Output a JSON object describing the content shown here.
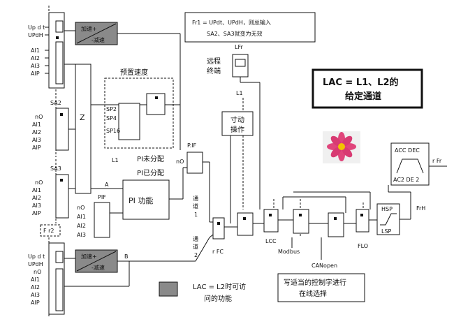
{
  "note_fr1": {
    "line1": "Fr1 = UPdt、UPdH，则总输入",
    "line2": "SA2、SA3就变为无效"
  },
  "top_group": {
    "inputs": [
      "Up d t",
      "UPdH",
      "AI1",
      "AI2",
      "AI3",
      "AIP"
    ],
    "ramp_label_1": "加速+",
    "ramp_label_2": "-减速"
  },
  "sa2": {
    "label": "SA2",
    "inputs": [
      "nO",
      "AI1",
      "AI2",
      "AI3",
      "AIP"
    ]
  },
  "sa3": {
    "label": "SA3",
    "inputs": [
      "nO",
      "AI1",
      "AI2",
      "AI3",
      "AIP"
    ]
  },
  "summing_label": "Z",
  "preset": {
    "title": "预置速度",
    "inputs": [
      "SP2",
      "SP4",
      "SP16"
    ],
    "out_label": "L1"
  },
  "pi": {
    "label": "PI 功能",
    "not_assigned": "PI未分配",
    "assigned": "PI已分配",
    "pif_label": "PIF",
    "pif_inputs": [
      "nO",
      "AI1",
      "AI2",
      "AI3"
    ],
    "switch_label": "P.IF",
    "switch_no": "nO"
  },
  "node_a": "A",
  "node_b": "B",
  "remote": {
    "label_1": "远程",
    "label_2": "终端",
    "lfr": "LFr"
  },
  "jog": {
    "label_1": "寸动",
    "label_2": "操作",
    "l1": "L1"
  },
  "channel1": {
    "c1": "通",
    "c2": "道",
    "c3": "1"
  },
  "channel2": {
    "c1": "通",
    "c2": "道",
    "c3": "2"
  },
  "rfc": "r FC",
  "lcc": "LCC",
  "modbus": "Modbus",
  "canopen": "CANopen",
  "flo": "FLO",
  "hsp": "HSP",
  "lsp": "LSP",
  "frh": "FrH",
  "ramp_box": {
    "acc_dec": "ACC DEC",
    "ac2_de2": "AC2  DE 2",
    "rfr": "r Fr"
  },
  "lac_box": {
    "line1": "LAC = L1、L2的",
    "line2": "给定通道"
  },
  "bottom_group": {
    "fr2": "F r2",
    "inputs": [
      "Up d t",
      "UPdH",
      "nO",
      "AI1",
      "AI2",
      "AI3",
      "AIP"
    ],
    "ramp_label_1": "加速+",
    "ramp_label_2": "-减速"
  },
  "legend": {
    "text_1": "LAC = L2时可访",
    "text_2": "问的功能"
  },
  "note_select": {
    "line1": "写适当的控制字进行",
    "line2": "在线选择"
  },
  "colors": {
    "gray_block": "#8a8a8a",
    "flower_pink": "#e0457b",
    "flower_center": "#f2c200"
  }
}
